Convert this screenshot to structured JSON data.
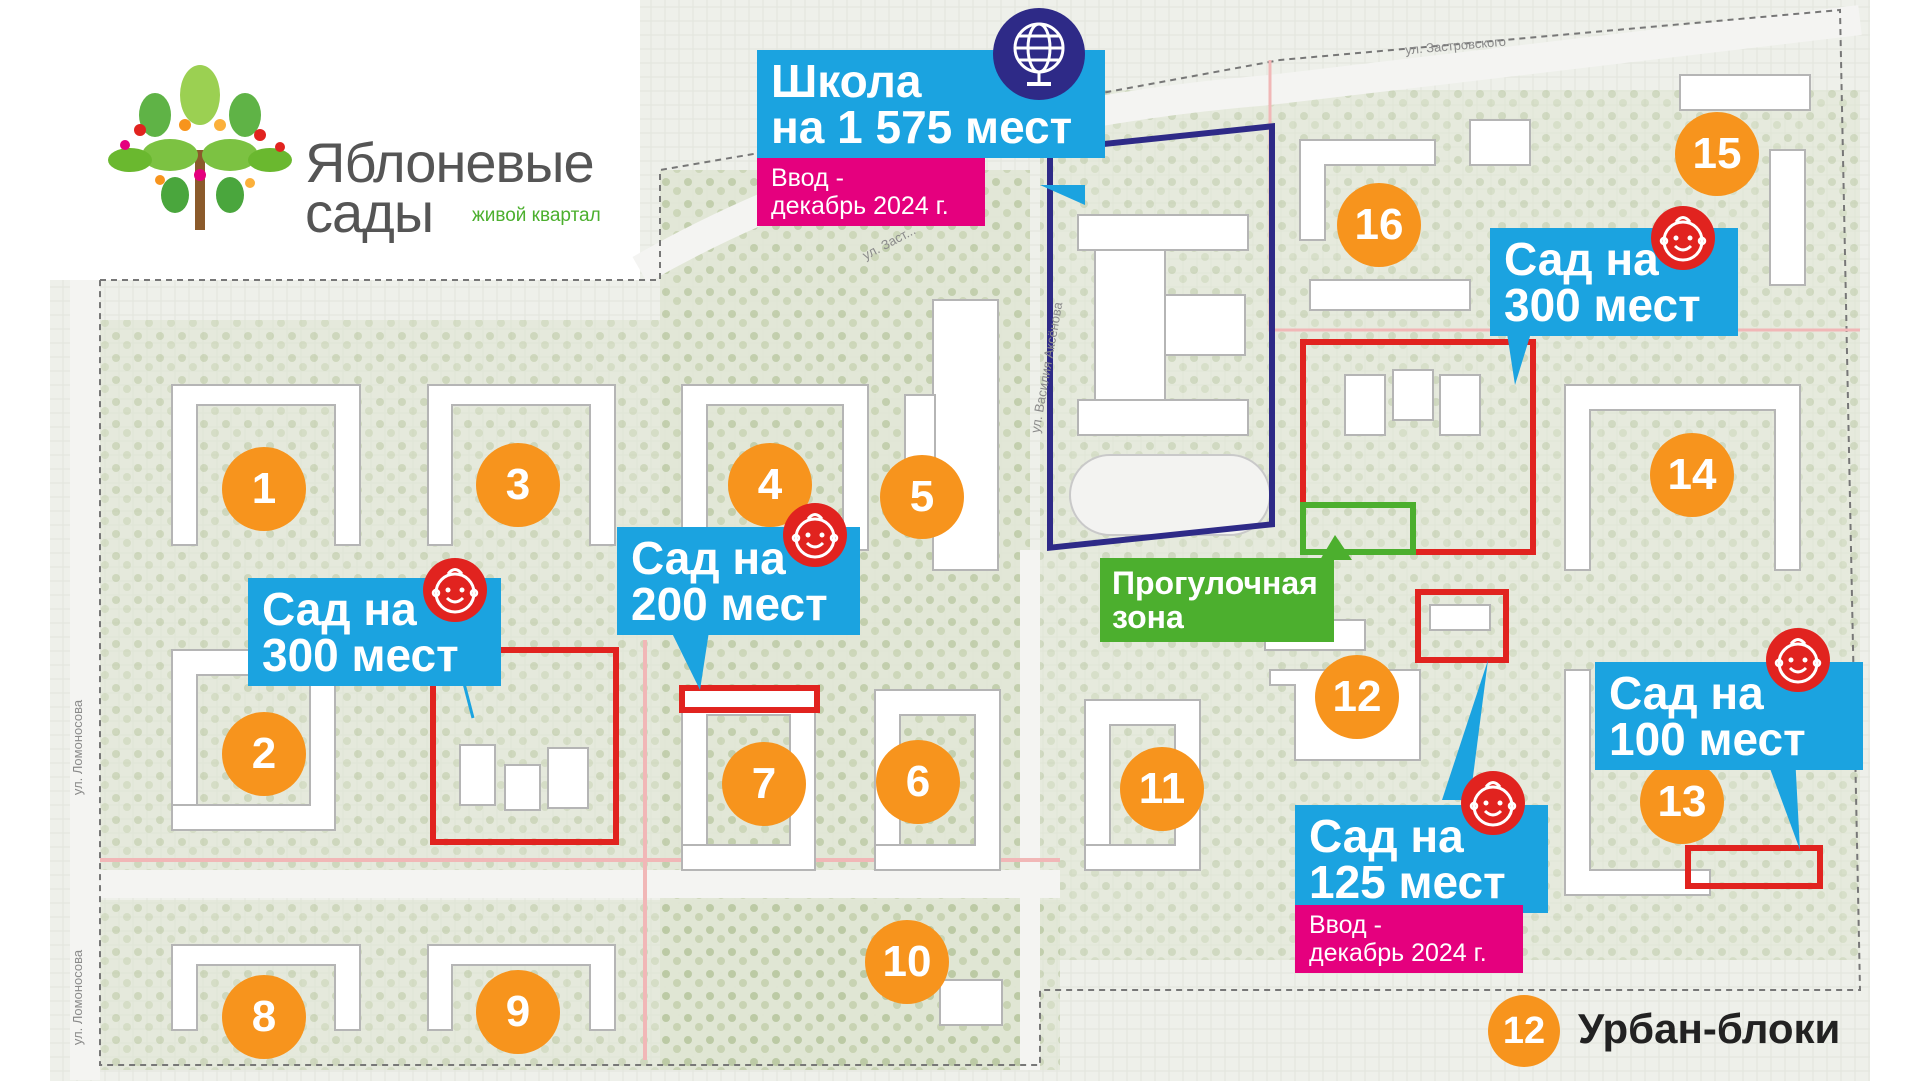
{
  "logo": {
    "name_line1": "Яблоневые",
    "name_line2": "сады",
    "tagline": "живой квартал"
  },
  "streets": {
    "zastrovskogo": "ул. Застровского",
    "zastrovskogo_2": "ул. Заст...",
    "vasiliya": "ул. Василия Аксёнова",
    "lomonosova_v": "ул. Ломоносова",
    "lomonosova_b": "ул. Ломоносова"
  },
  "school": {
    "title": "Школа\nна 1 575 мест",
    "date": "Ввод -\nдекабрь 2024 г.",
    "icon": "globe-icon"
  },
  "kindergartens": [
    {
      "id": "k300a",
      "label": "Сад на\n300 мест",
      "icon": "child-face-icon"
    },
    {
      "id": "k200",
      "label": "Сад на\n200 мест",
      "icon": "child-face-icon"
    },
    {
      "id": "k300b",
      "label": "Сад на\n300 мест",
      "icon": "child-face-icon"
    },
    {
      "id": "k125",
      "label": "Сад на\n125 мест",
      "date": "Ввод -\nдекабрь 2024 г.",
      "icon": "child-face-icon"
    },
    {
      "id": "k100",
      "label": "Сад на\n100 мест",
      "icon": "child-face-icon"
    }
  ],
  "walk_zone": "Прогулочная\nзона",
  "blocks": [
    "1",
    "2",
    "3",
    "4",
    "5",
    "6",
    "7",
    "8",
    "9",
    "10",
    "11",
    "12",
    "13",
    "14",
    "15",
    "16"
  ],
  "legend": {
    "number": "12",
    "label": "Урбан-блоки"
  },
  "colors": {
    "marker": "#f7941d",
    "callout_blue": "#1ba3e0",
    "callout_pink": "#e5007e",
    "callout_green": "#4caf2e",
    "school_outline": "#2e2a87",
    "kindergarten_outline": "#e1231f",
    "walk_outline": "#4caf2e",
    "building": "#ffffff",
    "ground": "#e9ece2"
  }
}
